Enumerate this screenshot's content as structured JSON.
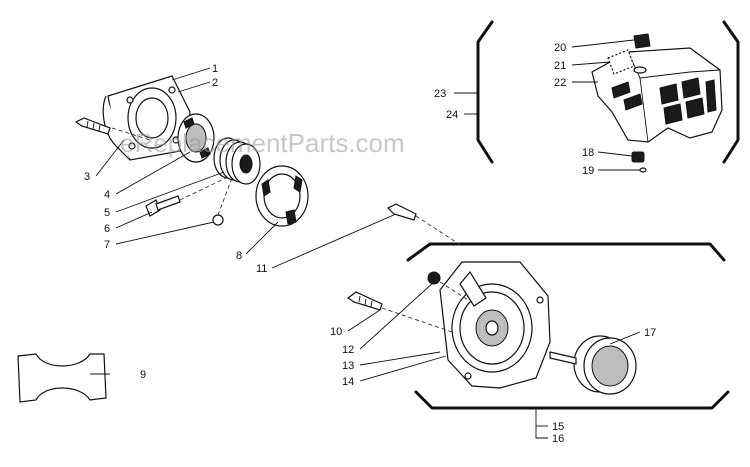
{
  "watermark": "eReplacementParts.com",
  "labels": [
    {
      "id": "1",
      "text": "1"
    },
    {
      "id": "2",
      "text": "2"
    },
    {
      "id": "3",
      "text": "3"
    },
    {
      "id": "4",
      "text": "4"
    },
    {
      "id": "5",
      "text": "5"
    },
    {
      "id": "6",
      "text": "6"
    },
    {
      "id": "7",
      "text": "7"
    },
    {
      "id": "8",
      "text": "8"
    },
    {
      "id": "9",
      "text": "9"
    },
    {
      "id": "10",
      "text": "10"
    },
    {
      "id": "11",
      "text": "11"
    },
    {
      "id": "12",
      "text": "12"
    },
    {
      "id": "13",
      "text": "13"
    },
    {
      "id": "14",
      "text": "14"
    },
    {
      "id": "15",
      "text": "15"
    },
    {
      "id": "16",
      "text": "16"
    },
    {
      "id": "17",
      "text": "17"
    },
    {
      "id": "18",
      "text": "18"
    },
    {
      "id": "19",
      "text": "19"
    },
    {
      "id": "20",
      "text": "20"
    },
    {
      "id": "21",
      "text": "21"
    },
    {
      "id": "22",
      "text": "22"
    },
    {
      "id": "23",
      "text": "23"
    },
    {
      "id": "24",
      "text": "24"
    }
  ]
}
